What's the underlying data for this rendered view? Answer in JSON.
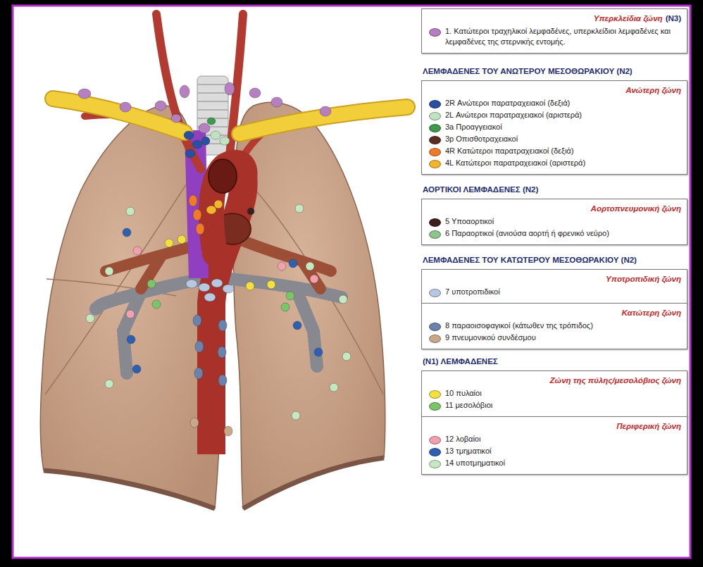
{
  "diagram": {
    "nodes": [
      {
        "text": [
          "Υπερκλείδια ζώνη",
          "(N3)"
        ]
      },
      {
        "text": [
          "ΛΕΜΦΑΔΕΝΕΣ ΤΟΥ ΑΝΩΤΕΡΟΥ ΜΕΣΟΘΩΡΑΚΙΟΥ (N2)",
          "Ανώτερη ζώνη"
        ]
      },
      {
        "text": [
          "ΑΟΡΤΙΚΟΙ ΛΕΜΦΑΔΕΝΕΣ (N2)",
          "Αορτοπνευμονική ζώνη"
        ]
      },
      {
        "text": [
          "ΛΕΜΦΑΔΕΝΕΣ ΤΟΥ ΚΑΤΩΤΕΡΟΥ ΜΕΣΟΘΩΡΑΚΙΟΥ (N2)",
          "Υποτροπιδική ζώνη"
        ]
      },
      {
        "text": [
          "Κατώτερη ζώνη"
        ]
      },
      {
        "text": [
          "(N1) ΛΕΜΦΑΔΕΝΕΣ",
          "Ζώνη της πύλης/μεσολόβιος ζώνη"
        ]
      },
      {
        "text": [
          "Περιφερική ζώνη"
        ]
      }
    ],
    "legend": [
      {
        "text": "1. Κατώτεροι τραχηλικοί λεμφαδένες, υπερκλείδιοι λεμφαδένες και λεμφαδένες της στερνικής εντομής.",
        "color": "#b67fc0"
      },
      {
        "text": "2R Ανώτεροι παρατραχειακοί (δεξιά)",
        "color": "#2a4fa0"
      },
      {
        "text": "2L Ανώτεροι παρατραχειακοί (αριστερά)",
        "color": "#bfe3c0"
      },
      {
        "text": "3a Προαγγειακοί",
        "color": "#3c9a4a"
      },
      {
        "text": "3p Οπισθοτραχειακοί",
        "color": "#5a2d22"
      },
      {
        "text": "4R Κατώτεροι παρατραχειακοί (δεξιά)",
        "color": "#f07a2a"
      },
      {
        "text": "4L Κατώτεροι παρατραχειακοί (αριστερά)",
        "color": "#f5b52a"
      },
      {
        "text": "5 Υποαορτικοί",
        "color": "#3a1f1a"
      },
      {
        "text": "6 Παραορτικοί (ανιούσα αορτή ή φρενικό νεύρο)",
        "color": "#8cc48c"
      },
      {
        "text": "7 υποτροπιδικοί",
        "color": "#b8c8e0"
      },
      {
        "text": "8 παραοισοφαγικοί (κάτωθεν της τρόπιδος)",
        "color": "#6b82ad"
      },
      {
        "text": "9 πνευμονικού συνδέσμου",
        "color": "#c9a88a"
      },
      {
        "text": "10 πυλαίοι",
        "color": "#f2e040"
      },
      {
        "text": "11 μεσολόβιοι",
        "color": "#7cc46a"
      },
      {
        "text": "12 λοβαίοι",
        "color": "#f2a0b0"
      },
      {
        "text": "13 τμηματικοί",
        "color": "#2f5fb0"
      },
      {
        "text": "14 υποτμηματικοί",
        "color": "#c6e8c0"
      }
    ]
  }
}
